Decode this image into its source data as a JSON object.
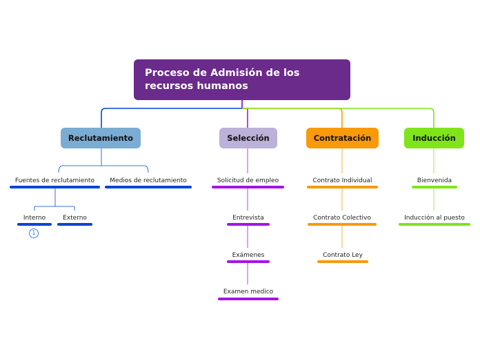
{
  "root": {
    "title": "Proceso de Admisión de los recursos humanos",
    "color": "#6a2b8b"
  },
  "branches": [
    {
      "label": "Reclutamiento",
      "color": "#7bacd3",
      "line_color": "#0046d5",
      "children": [
        {
          "label": "Fuentes de reclutamiento",
          "children": [
            {
              "label": "Interno",
              "badge": "1"
            },
            {
              "label": "Externo"
            }
          ]
        },
        {
          "label": "Medios de reclutamiento"
        }
      ]
    },
    {
      "label": "Selección",
      "color": "#bcb1d8",
      "line_color": "#a515e6",
      "children": [
        {
          "label": "Solicitud de empleo"
        },
        {
          "label": "Entrevista"
        },
        {
          "label": "Exámenes"
        },
        {
          "label": "Examen medico"
        }
      ]
    },
    {
      "label": "Contratación",
      "color": "#f89a0a",
      "line_color": "#f89a0a",
      "children": [
        {
          "label": "Contrato Individual"
        },
        {
          "label": "Contrato Colectivo"
        },
        {
          "label": "Contrato Ley"
        }
      ]
    },
    {
      "label": "Inducción",
      "color": "#7fe51a",
      "line_color": "#7fe51a",
      "children": [
        {
          "label": "Bienvenida"
        },
        {
          "label": "Inducción al puesto"
        }
      ]
    }
  ]
}
